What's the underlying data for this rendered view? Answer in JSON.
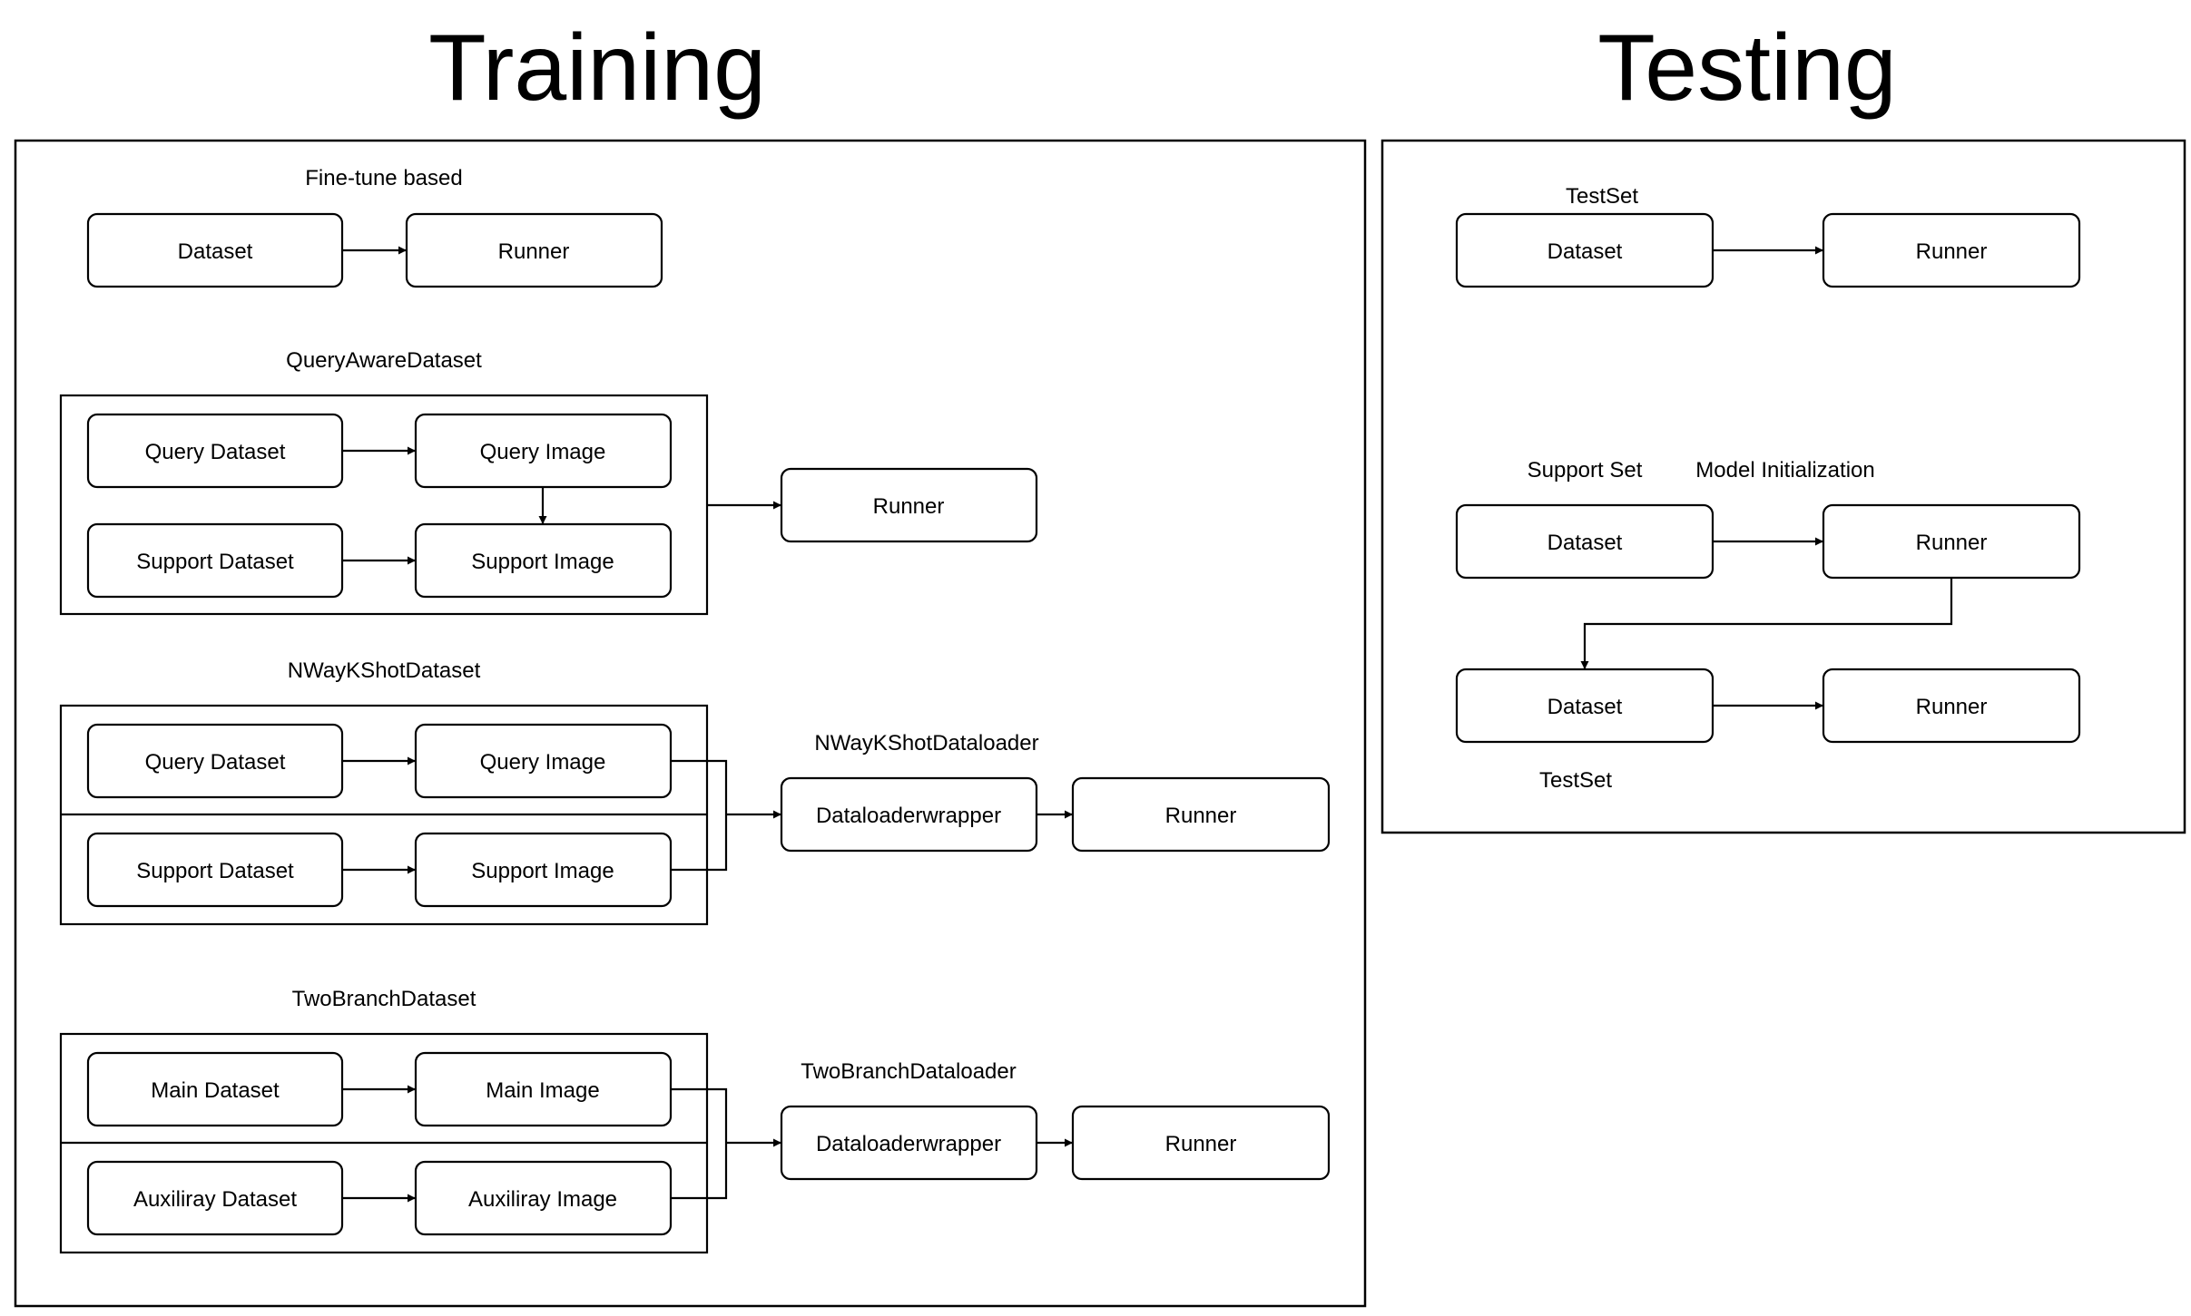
{
  "titles": {
    "training": "Training",
    "testing": "Testing"
  },
  "training": {
    "finetune": {
      "label": "Fine-tune based",
      "dataset": "Dataset",
      "runner": "Runner"
    },
    "query_aware": {
      "label": "QueryAwareDataset",
      "query_dataset": "Query Dataset",
      "query_image": "Query Image",
      "support_dataset": "Support Dataset",
      "support_image": "Support Image",
      "runner": "Runner"
    },
    "nway": {
      "label": "NWayKShotDataset",
      "query_dataset": "Query Dataset",
      "query_image": "Query Image",
      "support_dataset": "Support Dataset",
      "support_image": "Support Image",
      "loader_label": "NWayKShotDataloader",
      "wrapper": "Dataloaderwrapper",
      "runner": "Runner"
    },
    "twobranch": {
      "label": "TwoBranchDataset",
      "main_dataset": "Main Dataset",
      "main_image": "Main Image",
      "aux_dataset": "Auxiliray Dataset",
      "aux_image": "Auxiliray Image",
      "loader_label": "TwoBranchDataloader",
      "wrapper": "Dataloaderwrapper",
      "runner": "Runner"
    }
  },
  "testing": {
    "testset_top": {
      "label": "TestSet",
      "dataset": "Dataset",
      "runner": "Runner"
    },
    "support_set_label": "Support Set",
    "model_init_label": "Model Initialization",
    "support": {
      "dataset": "Dataset",
      "runner": "Runner"
    },
    "testset_bottom": {
      "label": "TestSet",
      "dataset": "Dataset",
      "runner": "Runner"
    }
  }
}
